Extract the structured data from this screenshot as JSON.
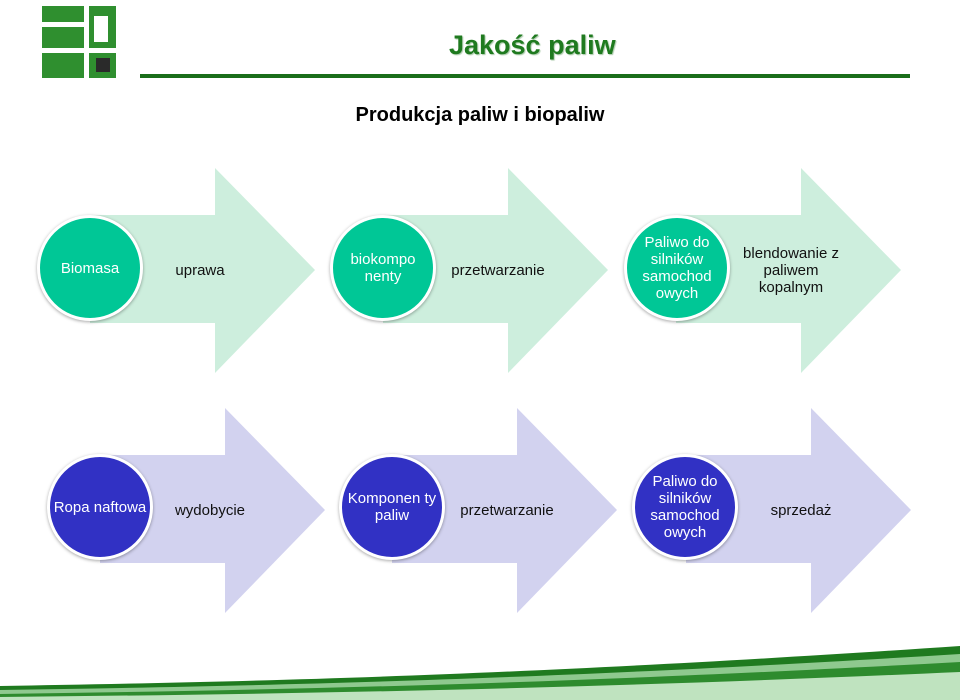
{
  "header": {
    "title": "Jakość paliw",
    "subtitle": "Produkcja paliw i biopaliw"
  },
  "colors": {
    "logo_green": "#2f8f2f",
    "title_green": "#1f7a1f",
    "rule_green": "#1a6e1a",
    "row1_circle": "#00c796",
    "row1_arrow": "#cdeedd",
    "row2_circle": "#3131c4",
    "row2_arrow": "#d2d2ef"
  },
  "flows": [
    {
      "steps": [
        {
          "node": "Biomasa",
          "process": "uprawa"
        },
        {
          "node": "biokompo nenty",
          "process": "przetwarzanie"
        },
        {
          "node": "Paliwo do silników samochod owych",
          "process": "blendowanie z paliwem kopalnym"
        }
      ]
    },
    {
      "steps": [
        {
          "node": "Ropa naftowa",
          "process": "wydobycie"
        },
        {
          "node": "Komponen ty paliw",
          "process": "przetwarzanie"
        },
        {
          "node": "Paliwo do silników samochod owych",
          "process": "sprzedaż"
        }
      ]
    }
  ]
}
